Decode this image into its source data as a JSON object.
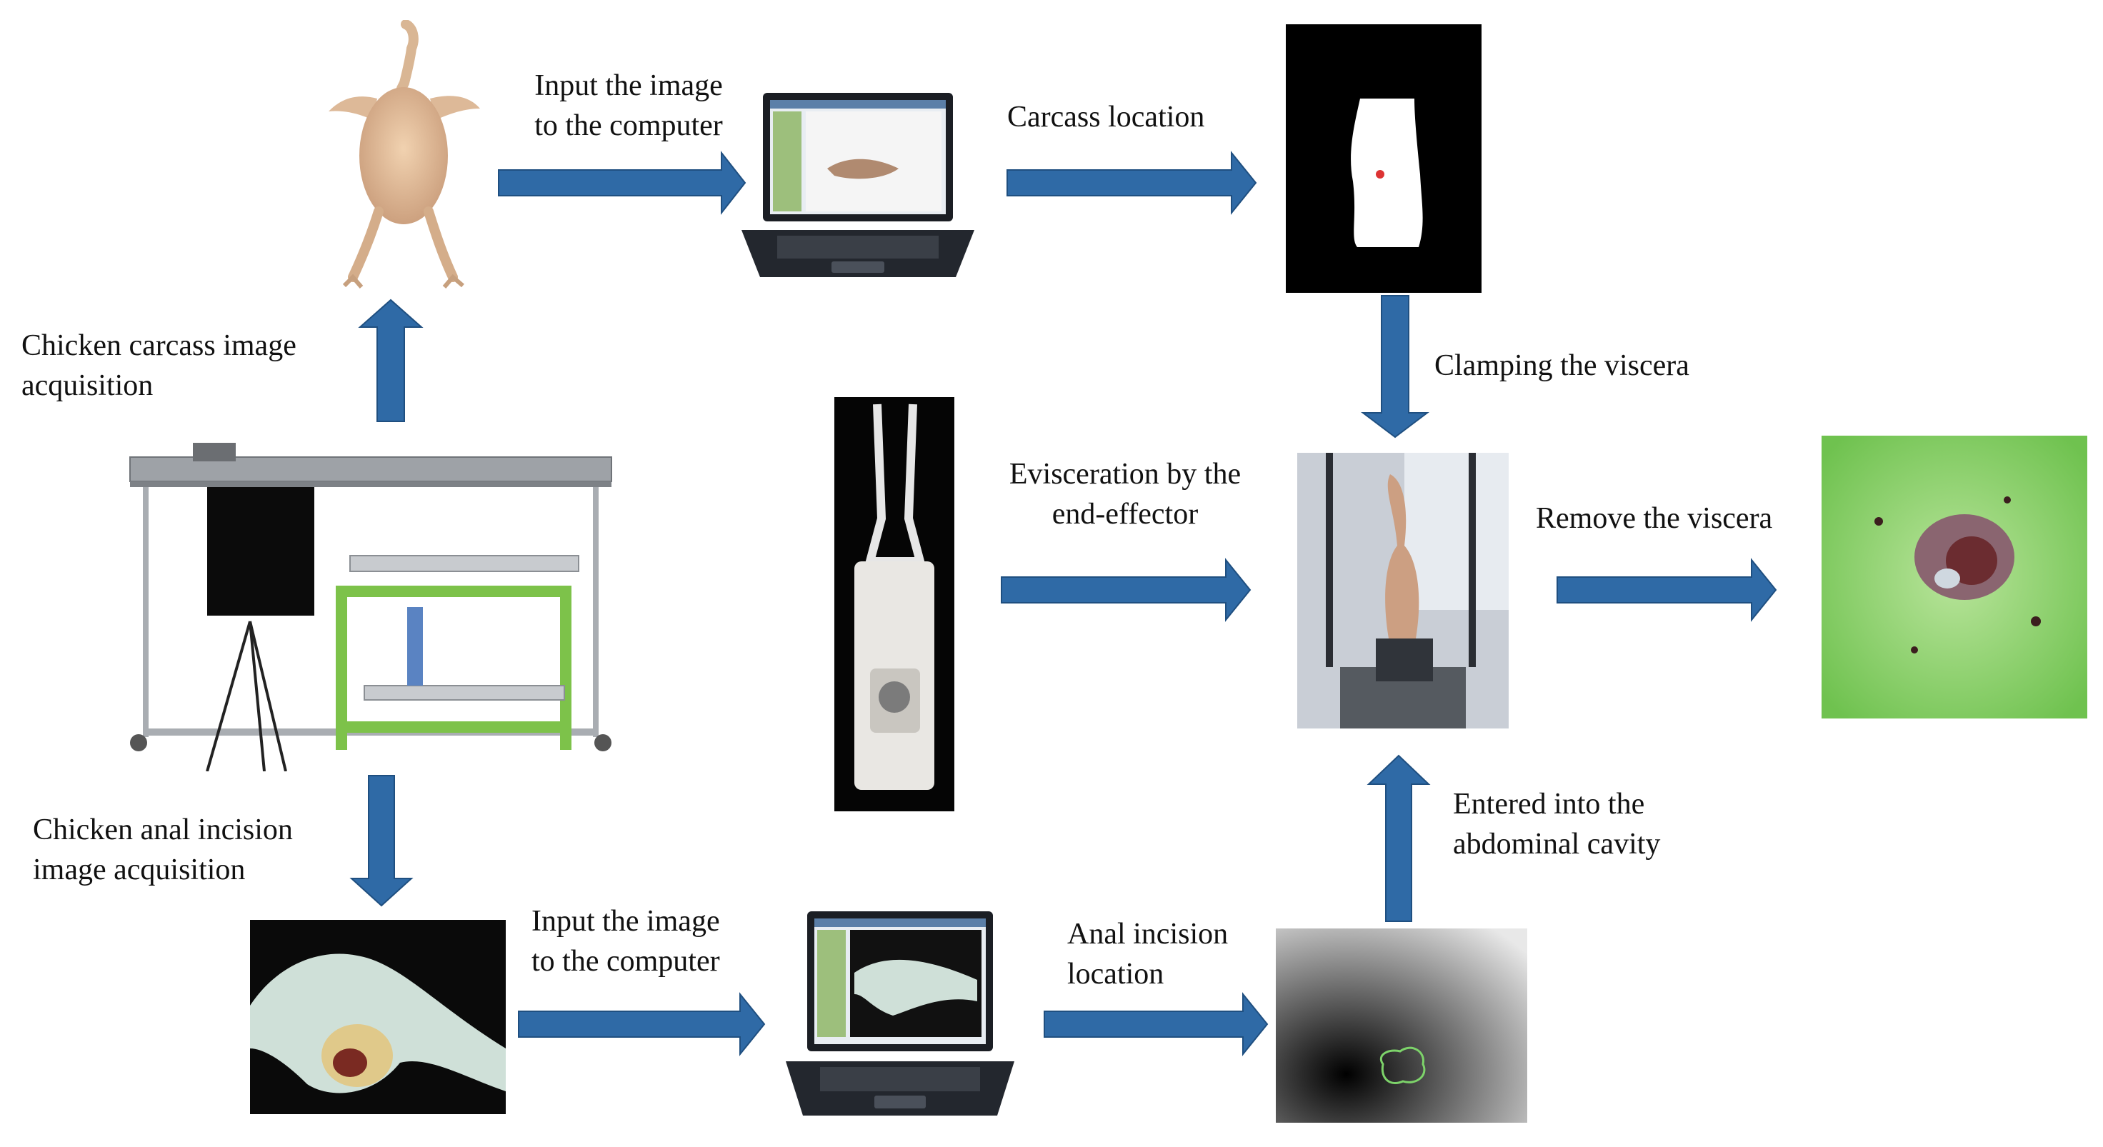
{
  "colors": {
    "arrow": "#2f6aa6",
    "arrow_edge": "#1f4f80",
    "frame_green": "#7dc24a",
    "tray_green": "#7fd06a"
  },
  "labels": {
    "input_image_top_line1": "Input the image",
    "input_image_top_line2": "to the computer",
    "carcass_location": "Carcass location",
    "chicken_carcass_line1": "Chicken carcass image",
    "chicken_carcass_line2": "acquisition",
    "clamping_viscera": "Clamping the viscera",
    "evisceration_line1": "Evisceration by the",
    "evisceration_line2": "end-effector",
    "remove_viscera": "Remove the viscera",
    "anal_acquisition_line1": "Chicken anal incision",
    "anal_acquisition_line2": "image acquisition",
    "input_image_bottom_line1": "Input the image",
    "input_image_bottom_line2": "to the computer",
    "anal_location_line1": "Anal incision",
    "anal_location_line2": "location",
    "entered_line1": "Entered into the",
    "entered_line2": "abdominal cavity"
  },
  "images": {
    "chicken_carcass": "chicken-carcass-photo",
    "laptop_top": "laptop-icon",
    "carcass_mask": "binary-mask-image",
    "equipment_rig": "evisceration-rig-render",
    "end_effector": "end-effector-photo",
    "clamped_chicken": "clamped-carcass-photo",
    "removed_viscera": "viscera-tray-photo",
    "anal_incision_photo": "anal-incision-photo",
    "laptop_bottom": "laptop-icon",
    "incision_heatmap": "incision-location-map"
  }
}
